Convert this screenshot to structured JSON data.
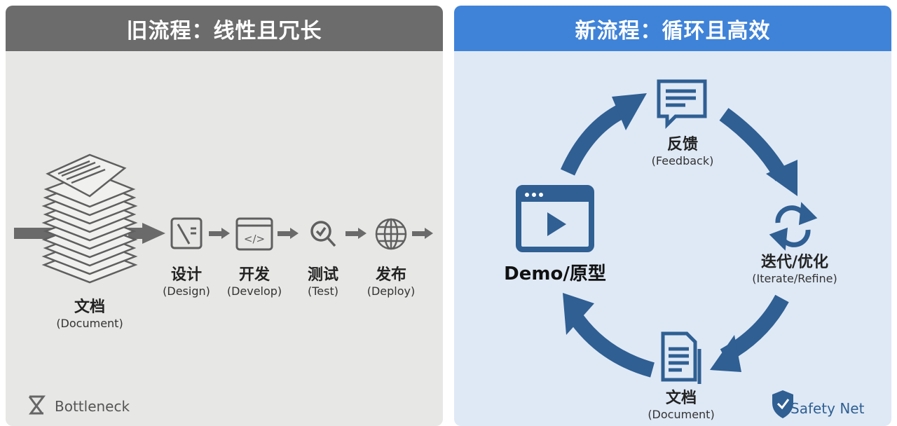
{
  "old_flow": {
    "title": "旧流程：线性且冗长",
    "document": {
      "cn": "文档",
      "en": "(Document)"
    },
    "steps": [
      {
        "cn": "设计",
        "en": "(Design)",
        "icon": "design-pencil-icon"
      },
      {
        "cn": "开发",
        "en": "(Develop)",
        "icon": "code-window-icon"
      },
      {
        "cn": "测试",
        "en": "(Test)",
        "icon": "magnifier-check-icon"
      },
      {
        "cn": "发布",
        "en": "(Deploy)",
        "icon": "globe-icon"
      }
    ],
    "footer": "Bottleneck",
    "colors": {
      "header": "#6c6c6c",
      "background": "#e7e7e5",
      "icon": "#5f5f5f"
    }
  },
  "new_flow": {
    "title": "新流程：循环且高效",
    "nodes": {
      "feedback": {
        "cn": "反馈",
        "en": "(Feedback)"
      },
      "iterate": {
        "cn": "迭代/优化",
        "en": "(Iterate/Refine)"
      },
      "document": {
        "cn": "文档",
        "en": "(Document)"
      },
      "demo": {
        "cn": "Demo/原型"
      }
    },
    "footer": "Safety Net",
    "colors": {
      "header": "#3f83d8",
      "background": "#dfe9f5",
      "icon": "#2f5f93"
    }
  }
}
